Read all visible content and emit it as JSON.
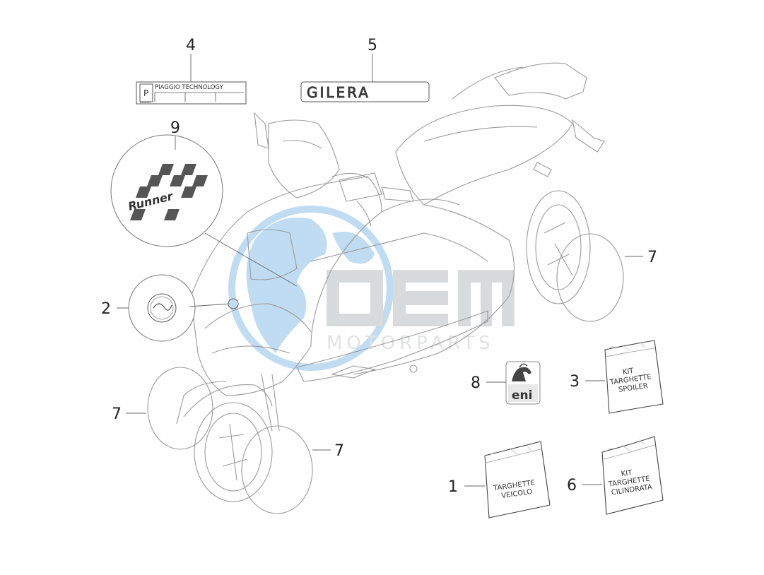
{
  "callouts": [
    {
      "id": "1",
      "label": "1"
    },
    {
      "id": "2",
      "label": "2"
    },
    {
      "id": "3",
      "label": "3"
    },
    {
      "id": "4",
      "label": "4"
    },
    {
      "id": "5",
      "label": "5"
    },
    {
      "id": "6",
      "label": "6"
    },
    {
      "id": "7a",
      "label": "7"
    },
    {
      "id": "7b",
      "label": "7"
    },
    {
      "id": "7c",
      "label": "7"
    },
    {
      "id": "8",
      "label": "8"
    },
    {
      "id": "9",
      "label": "9"
    }
  ],
  "decals": {
    "piaggio_technology": "PIAGGIO TECHNOLOGY",
    "piaggio_small": "PIAGGIO",
    "gilera": "GILERA",
    "eni": "eni",
    "runner": "Runner"
  },
  "bags": {
    "bag1": [
      "TARGHETTE",
      "VEICOLO"
    ],
    "bag3": [
      "KIT",
      "TARGHETTE",
      "SPOILER"
    ],
    "bag6": [
      "KIT",
      "TARGHETTE",
      "CILINDRATA"
    ]
  },
  "watermark": {
    "brand": "OEM",
    "tagline": "MOTORPARTS"
  },
  "colors": {
    "watermark_blue": "#7fb6e6",
    "watermark_grey": "#bfc3c7",
    "line": "#9a9a9a"
  }
}
